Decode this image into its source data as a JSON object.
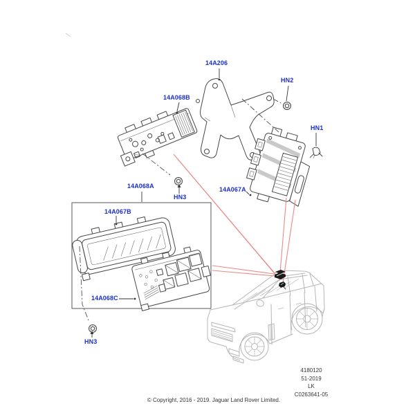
{
  "labels": {
    "bracket": "14A206",
    "module_top": "14A068B",
    "hn2": "HN2",
    "hn1": "HN1",
    "module_right": "14A067A",
    "assembly": "14A068A",
    "hn3_top": "HN3",
    "cover": "14A067B",
    "fusebox": "14A068C",
    "hn3_bottom": "HN3"
  },
  "plate": {
    "line1": "4180120",
    "line2": "51-2019",
    "line3": "LK",
    "line4": "C0263641-05"
  },
  "footer": {
    "copyright": "© Copyright, 2016 - 2019. Jaguar Land Rover Limited."
  },
  "colors": {
    "label_blue": "#1a30cc",
    "callout_red": "#ee8888",
    "line_dark": "#464646",
    "car_gray": "#b5b5b5",
    "text_dark": "#333333"
  }
}
